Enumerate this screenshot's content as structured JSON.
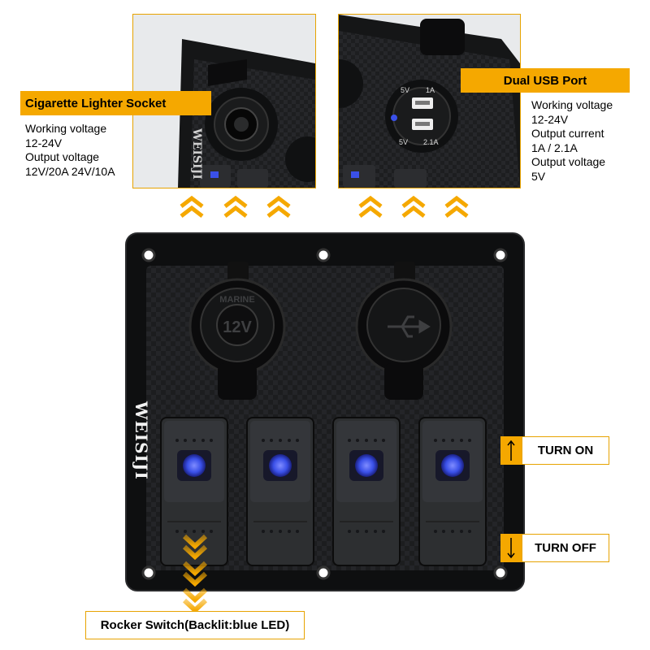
{
  "callouts": {
    "cigarette": {
      "title": "Cigarette Lighter Socket",
      "specs": [
        "Working voltage",
        "12-24V",
        "Output voltage",
        "12V/20A 24V/10A"
      ]
    },
    "usb": {
      "title": "Dual USB Port",
      "specs": [
        "Working voltage",
        "12-24V",
        "Output current",
        "1A / 2.1A",
        "Output voltage",
        "5V"
      ]
    },
    "turn_on": "TURN ON",
    "turn_off": "TURN OFF",
    "rocker": "Rocker Switch(Backlit:blue LED)"
  },
  "panel": {
    "brand": "WEISIJI",
    "socket_marking_top": "MARINE",
    "socket_marking_center": "12V",
    "usb_markings": [
      "5V",
      "1A",
      "5V",
      "2.1A"
    ],
    "switch_count": 4
  },
  "colors": {
    "accent": "#f5a800",
    "panel": "#1c1d1f",
    "led": "#3a50e8"
  }
}
